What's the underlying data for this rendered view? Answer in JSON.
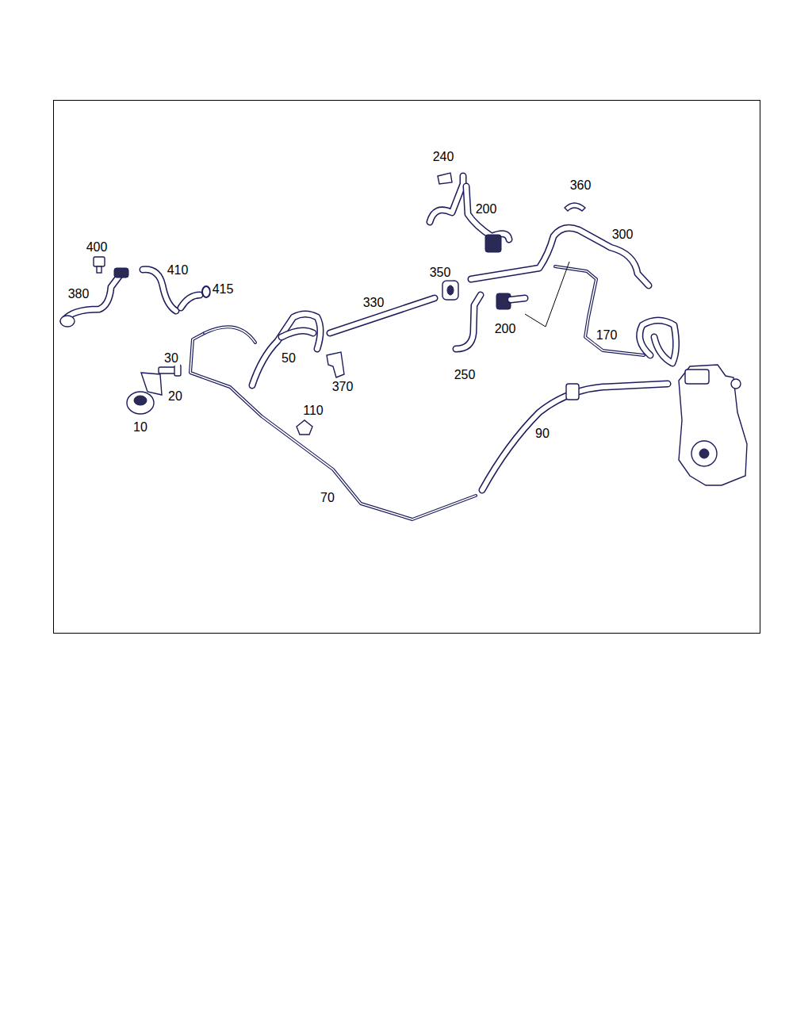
{
  "diagram": {
    "labels": [
      "240",
      "360",
      "200",
      "300",
      "400",
      "410",
      "350",
      "415",
      "380",
      "330",
      "200",
      "170",
      "30",
      "50",
      "250",
      "370",
      "20",
      "110",
      "10",
      "90",
      "70"
    ]
  }
}
